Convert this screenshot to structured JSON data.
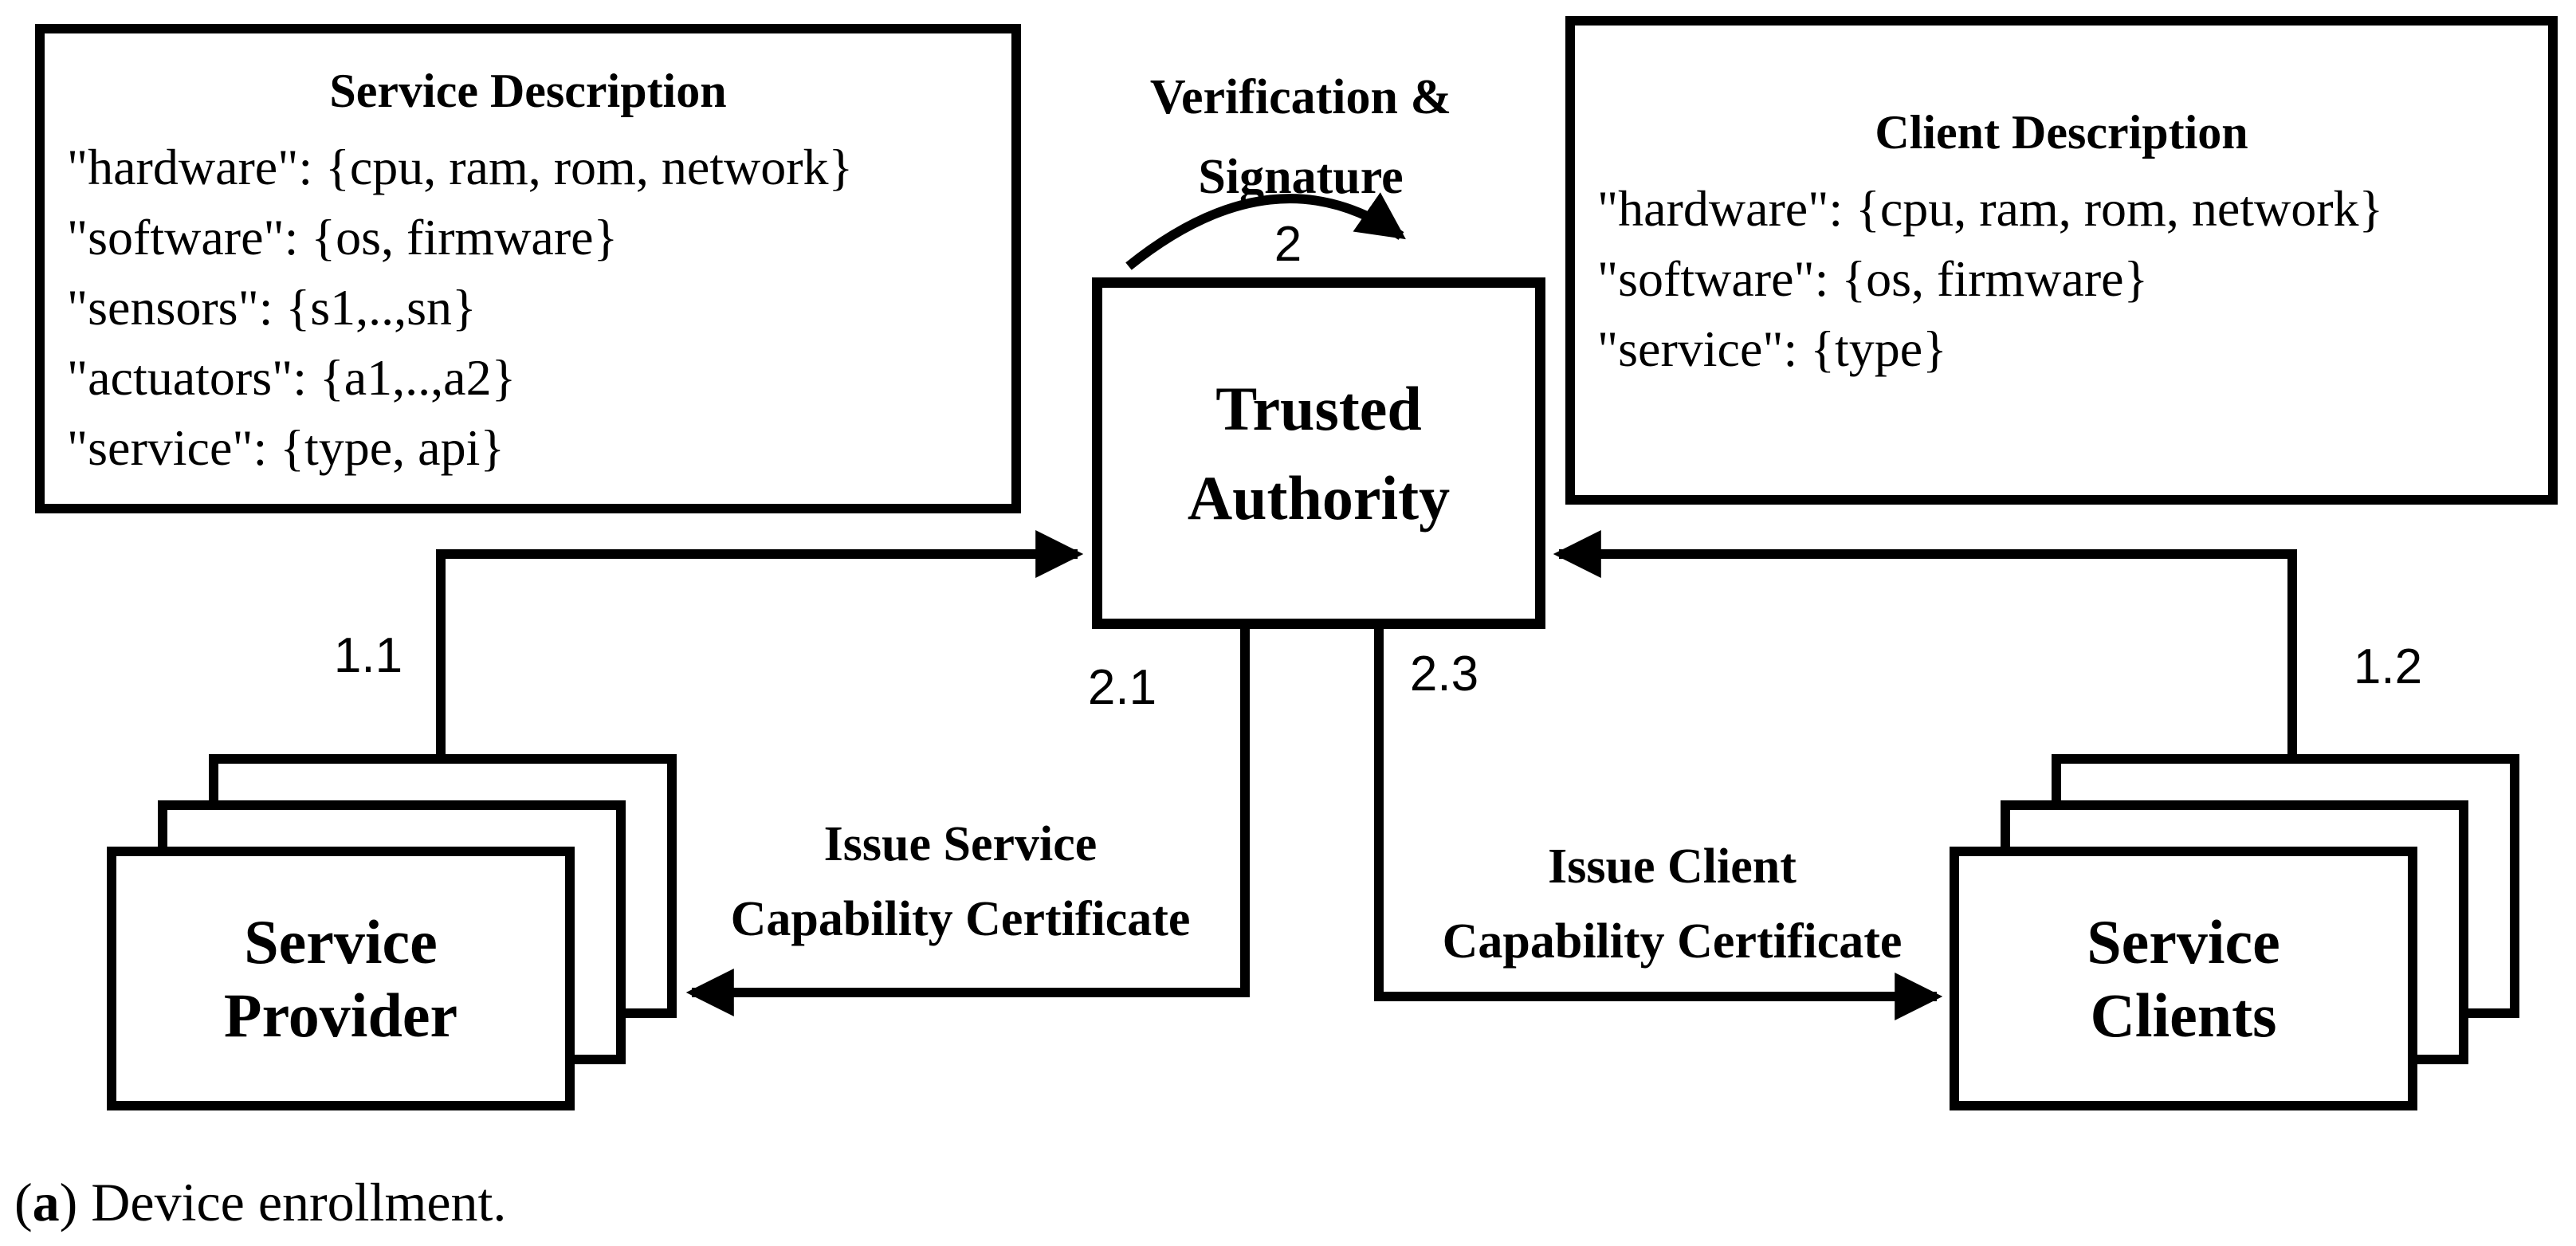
{
  "figure": {
    "caption": {
      "open": "(",
      "letter": "a",
      "rest": ") Device enrollment."
    }
  },
  "boxes": {
    "service_description": {
      "title": "Service Description",
      "lines": [
        "\"hardware\": {cpu, ram, rom, network}",
        "\"software\": {os, firmware}",
        "\"sensors\": {s1,..,sn}",
        "\"actuators\": {a1,..,a2}",
        "\"service\": {type, api}"
      ]
    },
    "client_description": {
      "title": "Client Description",
      "lines": [
        "\"hardware\": {cpu, ram, rom, network}",
        "\"software\": {os, firmware}",
        "\"service\": {type}"
      ]
    },
    "trusted_authority": {
      "line1": "Trusted",
      "line2": "Authority"
    },
    "service_provider": {
      "line1": "Service",
      "line2": "Provider"
    },
    "service_clients": {
      "line1": "Service",
      "line2": "Clients"
    }
  },
  "edge_labels": {
    "verification": {
      "line1": "Verification &",
      "line2": "Signature"
    },
    "issue_service": {
      "line1": "Issue Service",
      "line2": "Capability Certificate"
    },
    "issue_client": {
      "line1": "Issue Client",
      "line2": "Capability Certificate"
    },
    "step_1_1": "1.1",
    "step_1_2": "1.2",
    "step_2": "2",
    "step_2_1": "2.1",
    "step_2_3": "2.3"
  },
  "colors": {
    "ink": "#000000",
    "background": "#ffffff"
  }
}
